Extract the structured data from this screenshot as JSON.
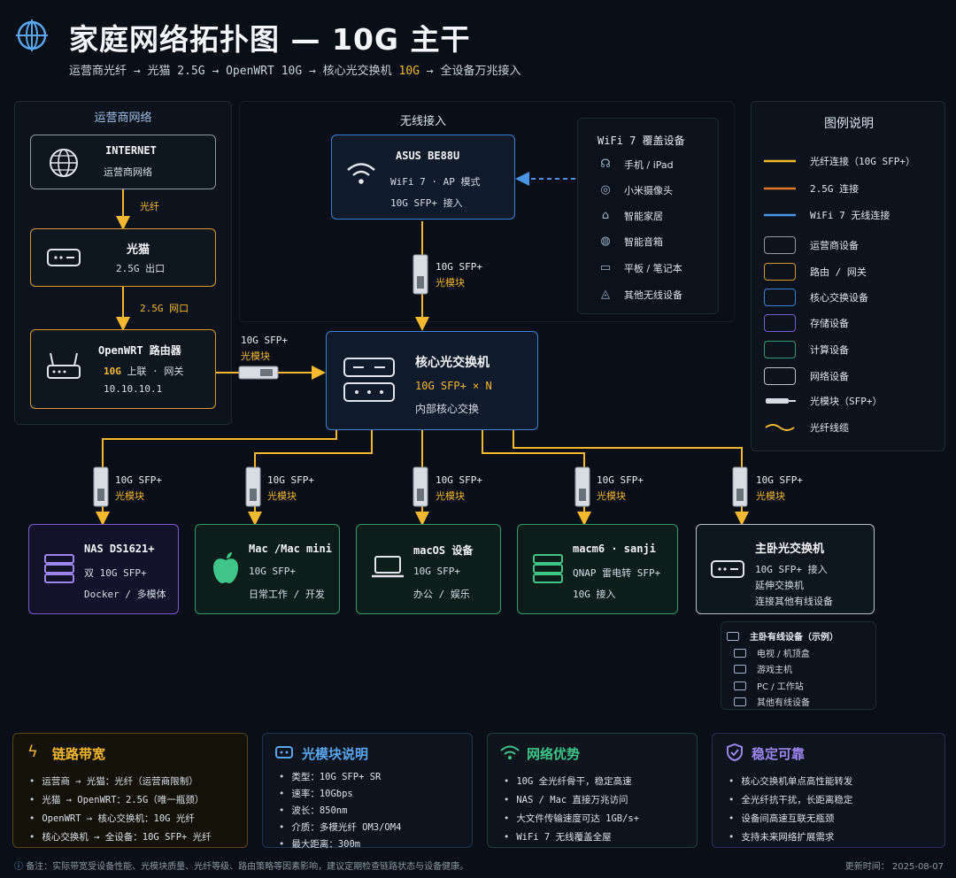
{
  "header": {
    "title": "家庭网络拓扑图 — 10G 主干",
    "subtitle_parts": [
      "运营商光纤 → 光猫 2.5G → OpenWRT 10G → 核心光交换机 ",
      "10G",
      " → 全设备万兆接入"
    ]
  },
  "sections": {
    "isp": "运营商网络",
    "wireless": "无线接入",
    "legend": "图例说明"
  },
  "nodes": {
    "internet": {
      "title": "INTERNET",
      "line1": "运营商网络"
    },
    "modem": {
      "title": "光猫",
      "line1": "2.5G 出口"
    },
    "router": {
      "title": "OpenWRT 路由器",
      "line1": "10G 上联 · 网关",
      "line2": "10.10.10.1"
    },
    "ap": {
      "title": "ASUS BE88U",
      "line1": "WiFi 7 · AP 模式",
      "line2": "10G SFP+ 接入"
    },
    "core": {
      "title": "核心光交换机",
      "line1": "10G SFP+ × N",
      "line2": "内部核心交换"
    },
    "nas": {
      "title": "NAS DS1621+",
      "line1": "双 10G SFP+",
      "line2": "Docker / 多模体"
    },
    "mac": {
      "title": "Mac /Mac mini",
      "line1": "10G SFP+",
      "line2": "日常工作 / 开发"
    },
    "macos": {
      "title": "macOS 设备",
      "line1": "10G SFP+",
      "line2": "办公 / 娱乐"
    },
    "macm6": {
      "title": "macm6 · sanji",
      "line1": "QNAP 雷电转 SFP+",
      "line2": "10G 接入"
    },
    "bedroom": {
      "title": "主卧光交换机",
      "line1": "10G SFP+ 接入",
      "line2": "延伸交换机",
      "line3": "连接其他有线设备"
    }
  },
  "links": {
    "fiber": "光纤",
    "port25": "2.5G 网口",
    "sfp": "10G SFP+",
    "module": "光模块"
  },
  "wifi": {
    "title": "WiFi 7 覆盖设备",
    "items": [
      "手机 / iPad",
      "小米摄像头",
      "智能家居",
      "智能音箱",
      "平板 / 笔记本",
      "其他无线设备"
    ]
  },
  "bedroom_sub": {
    "title": "主卧有线设备（示例）",
    "items": [
      "电视 / 机顶盒",
      "游戏主机",
      "PC / 工作站",
      "其他有线设备"
    ]
  },
  "legend": {
    "items": [
      "光纤连接（10G SFP+）",
      "2.5G 连接",
      "WiFi 7 无线连接",
      "运营商设备",
      "路由 / 网关",
      "核心交换设备",
      "存储设备",
      "计算设备",
      "网络设备",
      "光模块（SFP+）",
      "光纤线缆"
    ]
  },
  "bottom": [
    {
      "title": "链路带宽",
      "color": "#f5b82e",
      "items": [
        "运营商 → 光猫：光纤（运营商限制）",
        "光猫 → OpenWRT：2.5G（唯一瓶颈）",
        "OpenWRT → 核心交换机：10G 光纤",
        "核心交换机 → 全设备：10G SFP+ 光纤"
      ]
    },
    {
      "title": "光模块说明",
      "color": "#5aa7f0",
      "items": [
        "类型：10G SFP+ SR",
        "速率：10Gbps",
        "波长：850nm",
        "介质：多模光纤 OM3/OM4",
        "最大距离：300m"
      ]
    },
    {
      "title": "网络优势",
      "color": "#3fc48a",
      "items": [
        "10G 全光纤骨干，稳定高速",
        "NAS / Mac 直接万兆访问",
        "大文件传输速度可达 1GB/s+",
        "WiFi 7 无线覆盖全屋"
      ]
    },
    {
      "title": "稳定可靠",
      "color": "#9d86f0",
      "items": [
        "核心交换机单点高性能转发",
        "全光纤抗干扰，长距离稳定",
        "设备间高速互联无瓶颈",
        "支持未来网络扩展需求"
      ]
    }
  ],
  "footer": {
    "note": "备注：实际带宽受设备性能、光模块质量、光纤等级、路由策略等因素影响，建议定期检查链路状态与设备健康。",
    "date": "更新时间： 2025-08-07"
  }
}
